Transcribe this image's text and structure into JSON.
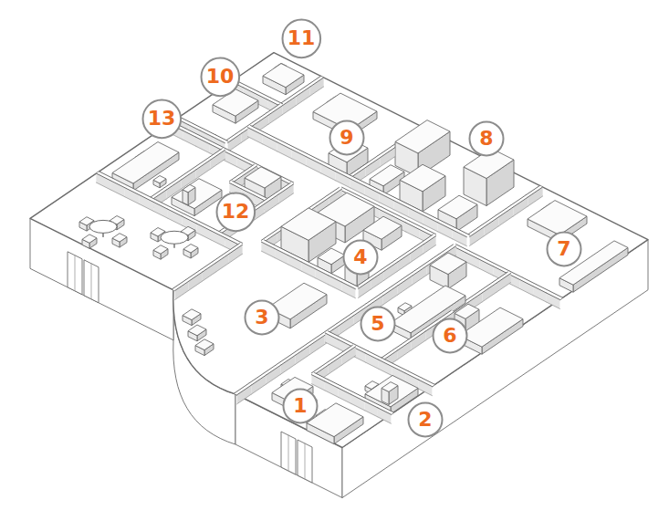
{
  "diagram": {
    "nodes": [
      {
        "text": [
          "11"
        ]
      },
      {
        "text": [
          "10"
        ]
      },
      {
        "text": [
          "13"
        ]
      },
      {
        "text": [
          "9"
        ]
      },
      {
        "text": [
          "8"
        ]
      },
      {
        "text": [
          "12"
        ]
      },
      {
        "text": [
          "7"
        ]
      },
      {
        "text": [
          "4"
        ]
      },
      {
        "text": [
          "3"
        ]
      },
      {
        "text": [
          "5"
        ]
      },
      {
        "text": [
          "6"
        ]
      },
      {
        "text": [
          "1"
        ]
      },
      {
        "text": [
          "2"
        ]
      }
    ]
  }
}
